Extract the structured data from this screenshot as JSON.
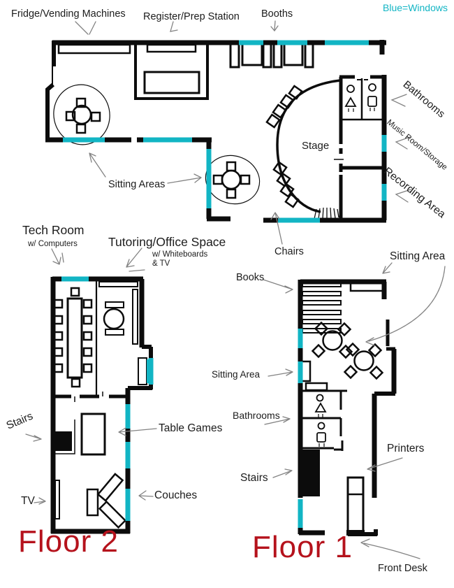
{
  "legend": {
    "label": "Blue=Windows"
  },
  "colors": {
    "window": "#12b5c4",
    "wall": "#0c0c0c",
    "floor_label": "#b5121c",
    "arrow": "#838383"
  },
  "top_floor": {
    "labels": {
      "fridge": "Fridge/Vending Machines",
      "register": "Register/Prep Station",
      "booths": "Booths",
      "bathrooms": "Bathrooms",
      "music_room": "Music Room/Storage",
      "recording_area": "Recording Area",
      "stage": "Stage",
      "sitting_areas": "Sitting Areas",
      "chairs": "Chairs"
    }
  },
  "floor_2": {
    "title": "Floor 2",
    "labels": {
      "tech_room": "Tech Room",
      "tech_room_sub": "w/ Computers",
      "tutoring": "Tutoring/Office Space",
      "tutoring_sub1": "w/ Whiteboards",
      "tutoring_sub2": "& TV",
      "stairs": "Stairs",
      "table_games": "Table Games",
      "tv": "TV",
      "couches": "Couches"
    }
  },
  "floor_1": {
    "title": "Floor 1",
    "labels": {
      "books": "Books",
      "sitting_area_top": "Sitting Area",
      "sitting_area_left": "Sitting Area",
      "bathrooms": "Bathrooms",
      "stairs": "Stairs",
      "printers": "Printers",
      "front_desk": "Front Desk"
    }
  }
}
